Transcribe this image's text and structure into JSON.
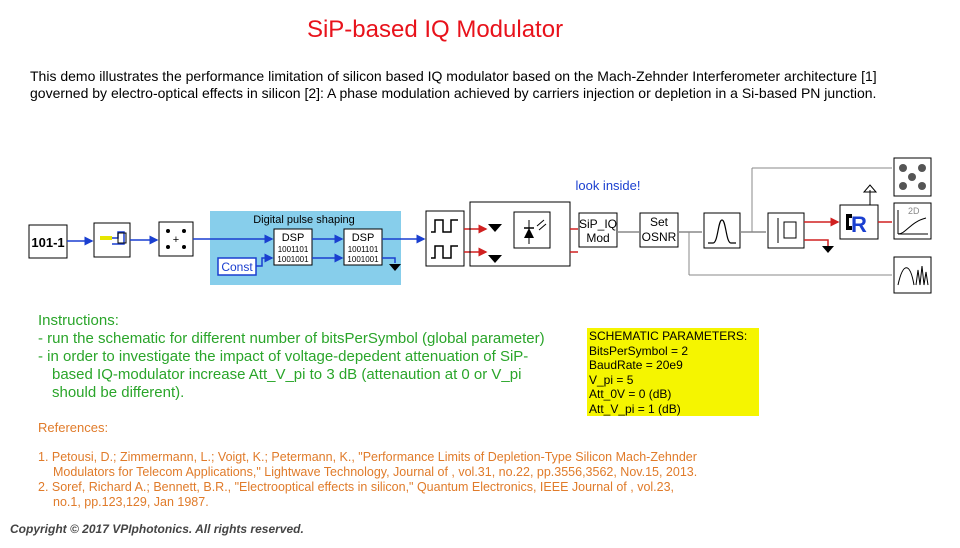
{
  "title": "SiP-based IQ Modulator",
  "intro": "This demo illustrates the performance limitation of silicon based IQ modulator based on the Mach-Zehnder Interferometer architecture [1] governed by electro-optical effects in silicon [2]: A phase modulation achieved by carriers injection or depletion in a Si-based PN junction.",
  "schematic": {
    "pulse_shaping_label": "Digital pulse shaping",
    "dsp_label": "DSP",
    "dsp_bits_top": "1001101",
    "dsp_bits_bottom": "1001001",
    "const_label": "Const",
    "look_inside": "look inside!",
    "sip_iq_mod_line1": "SiP_IQ",
    "sip_iq_mod_line2": "Mod",
    "set_osnr_line1": "Set",
    "set_osnr_line2": "OSNR",
    "sequence_label": "101-1",
    "display_2d_label": "2D"
  },
  "instructions": {
    "heading": "Instructions:",
    "item1": "- run the schematic for different  number of bitsPerSymbol (global parameter)",
    "item2_line1": "- in order to investigate the impact of voltage-depedent attenuation of SiP-",
    "item2_line2": "based IQ-modulator increase Att_V_pi to 3 dB (attenaution at 0 or V_pi",
    "item2_line3": "should be different)."
  },
  "parameters": {
    "heading": "SCHEMATIC PARAMETERS:",
    "bits_per_symbol": "BitsPerSymbol = 2",
    "baud_rate": "BaudRate = 20e9",
    "v_pi": "V_pi = 5",
    "att_0v": "Att_0V = 0 (dB)",
    "att_v_pi": "Att_V_pi = 1 (dB)"
  },
  "references": {
    "heading": "References:",
    "ref1_line1": "1. Petousi, D.; Zimmermann, L.; Voigt, K.; Petermann, K., \"Performance Limits of Depletion-Type Silicon Mach-Zehnder",
    "ref1_line2": "Modulators for Telecom Applications,\" Lightwave Technology, Journal of , vol.31, no.22, pp.3556,3562, Nov.15, 2013.",
    "ref2_line1": "2. Soref, Richard A.; Bennett, B.R., \"Electrooptical effects in silicon,\" Quantum Electronics, IEEE Journal of , vol.23,",
    "ref2_line2": "no.1, pp.123,129, Jan 1987."
  },
  "copyright": "Copyright © 2017 VPIphotonics. All rights reserved."
}
